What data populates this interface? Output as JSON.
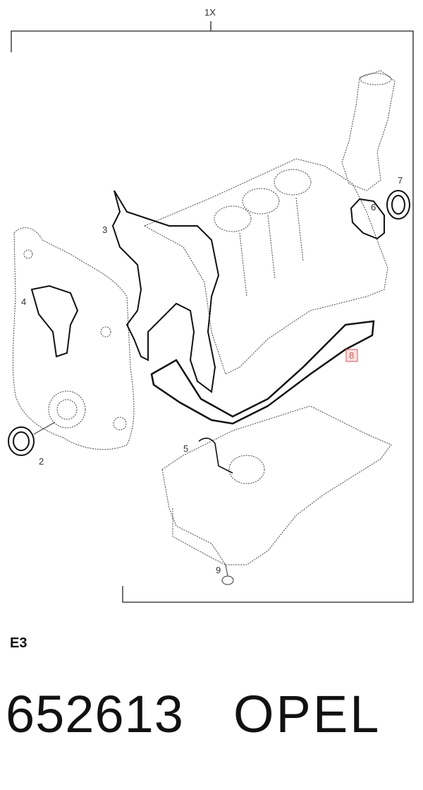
{
  "diagram": {
    "quantity_label": "1X",
    "callouts": [
      {
        "id": "2",
        "label": "2"
      },
      {
        "id": "3",
        "label": "3"
      },
      {
        "id": "4",
        "label": "4"
      },
      {
        "id": "5",
        "label": "5"
      },
      {
        "id": "6",
        "label": "6"
      },
      {
        "id": "7",
        "label": "7"
      },
      {
        "id": "8",
        "label": "8",
        "highlighted": true
      },
      {
        "id": "9",
        "label": "9"
      }
    ],
    "highlight_color": "#d9534f"
  },
  "section_code": "E3",
  "footer": {
    "part_number": "652613",
    "brand": "OPEL"
  }
}
